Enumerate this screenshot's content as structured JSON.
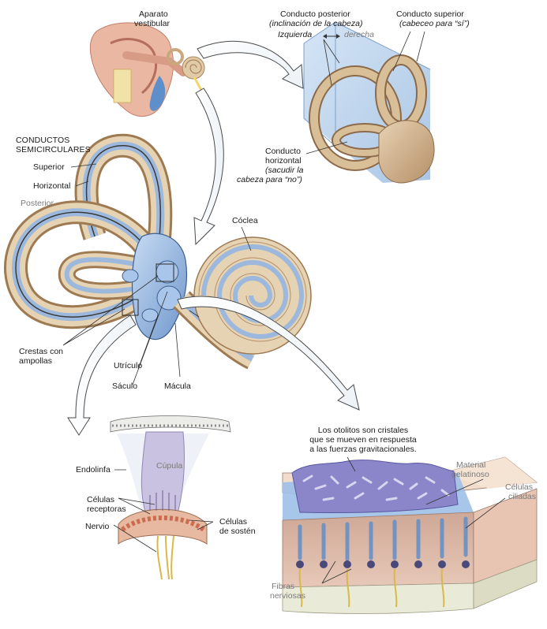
{
  "labels": {
    "aparato_vestibular_1": "Aparato",
    "aparato_vestibular_2": "vestibular",
    "conducto_posterior_1": "Conducto posterior",
    "conducto_posterior_2": "(inclinación de la cabeza)",
    "izquierda": "Izquierda",
    "derecha": "derecha",
    "conducto_superior_1": "Conducto superior",
    "conducto_superior_2": "(cabeceo para “sí”)",
    "conductos_semicirculares_1": "CONDUCTOS",
    "conductos_semicirculares_2": "SEMICIRCULARES",
    "superior": "Superior",
    "horizontal": "Horizontal",
    "posterior": "Posterior",
    "conducto_horizontal_1": "Conducto",
    "conducto_horizontal_2": "horizontal",
    "conducto_horizontal_3": "(sacudir la",
    "conducto_horizontal_4": "cabeza para “no”)",
    "coclea": "Cóclea",
    "crestas_1": "Crestas con",
    "crestas_2": "ampollas",
    "utriculo": "Utrículo",
    "saculo": "Sáculo",
    "macula": "Mácula",
    "otolitos_1": "Los otolitos son cristales",
    "otolitos_2": "que se mueven en respuesta",
    "otolitos_3": "a las fuerzas gravitacionales.",
    "endolinfa": "Endolinfa",
    "cupula": "Cúpula",
    "celulas_receptoras_1": "Células",
    "celulas_receptoras_2": "receptoras",
    "celulas_sosten_1": "Células",
    "celulas_sosten_2": "de sostén",
    "nervio": "Nervio",
    "material_gelatinoso_1": "Material",
    "material_gelatinoso_2": "gelatinoso",
    "celulas_ciliadas_1": "Células",
    "celulas_ciliadas_2": "ciliadas",
    "fibras_nerviosas_1": "Fibras",
    "fibras_nerviosas_2": "nerviosas"
  },
  "colors": {
    "canal_tan": "#c9a77f",
    "canal_blue": "#9cb8dc",
    "vestibule_blue": "#7fa6d6",
    "panel_blue": "#aecbeb",
    "otolith_purple": "#8a86c9",
    "cupula_lavender": "#c9c2e0",
    "ear_skin": "#e9b7a2"
  }
}
